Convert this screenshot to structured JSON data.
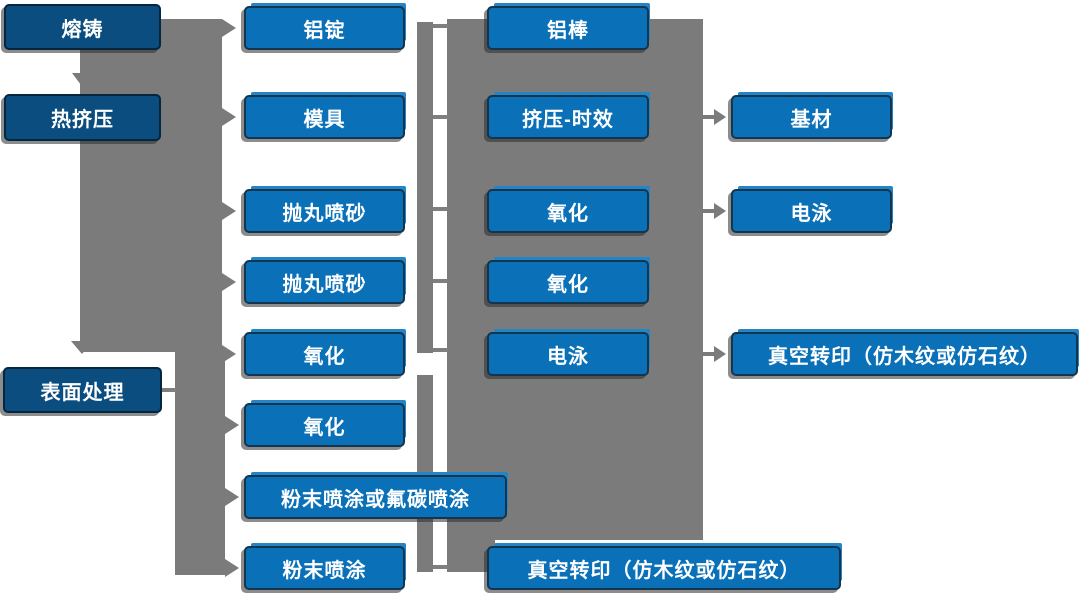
{
  "diagram": {
    "colors": {
      "process_box_blue": "#0a70b8",
      "stage_box_dark_blue": "#0b4d7e",
      "connector_gray": "#7b7b7b",
      "text_white": "#ffffff"
    },
    "nodes": {
      "stage_melting": {
        "label": "熔铸"
      },
      "stage_hot_extrusion": {
        "label": "热挤压"
      },
      "stage_surface": {
        "label": "表面处理"
      },
      "ingot": {
        "label": "铝锭"
      },
      "mold": {
        "label": "模具"
      },
      "shot_blast_1": {
        "label": "抛丸喷砂"
      },
      "shot_blast_2": {
        "label": "抛丸喷砂"
      },
      "oxidation_c2_1": {
        "label": "氧化"
      },
      "oxidation_c2_2": {
        "label": "氧化"
      },
      "powder_or_fluoro": {
        "label": "粉末喷涂或氟碳喷涂"
      },
      "powder": {
        "label": "粉末喷涂"
      },
      "rod": {
        "label": "铝棒"
      },
      "extrusion_aging": {
        "label": "挤压-时效"
      },
      "oxidation_c3_1": {
        "label": "氧化"
      },
      "oxidation_c3_2": {
        "label": "氧化"
      },
      "electrophoresis_c3": {
        "label": "电泳"
      },
      "vacuum_transfer_c3": {
        "label": "真空转印（仿木纹或仿石纹）"
      },
      "base_material": {
        "label": "基材"
      },
      "electrophoresis_c4": {
        "label": "电泳"
      },
      "vacuum_transfer_c4": {
        "label": "真空转印（仿木纹或仿石纹）"
      }
    }
  }
}
